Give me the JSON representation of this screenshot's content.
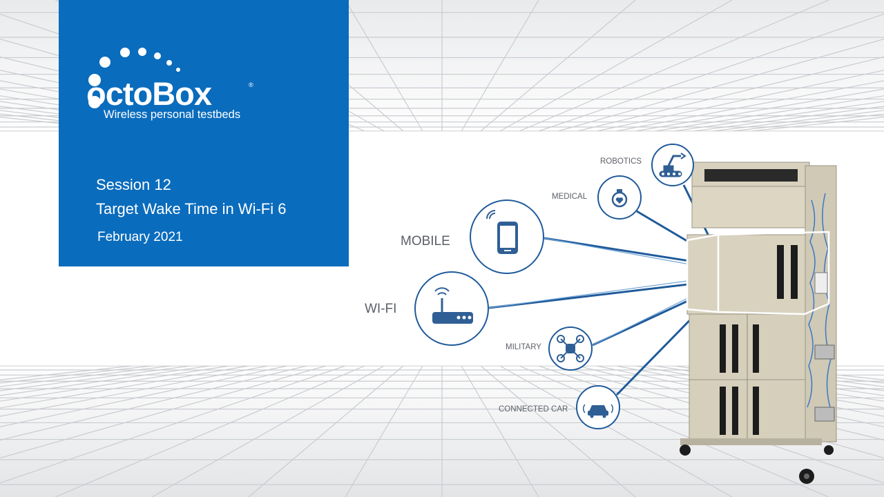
{
  "brand": {
    "name": "octoBox",
    "registered": "®",
    "tagline": "Wireless personal testbeds"
  },
  "session": {
    "number": "Session 12",
    "title": "Target Wake Time in Wi-Fi 6",
    "date": "February 2021"
  },
  "categories": {
    "robotics": "ROBOTICS",
    "medical": "MEDICAL",
    "mobile": "MOBILE",
    "wifi": "WI-FI",
    "military": "MILITARY",
    "connected_car": "CONNECTED CAR"
  },
  "colors": {
    "brand_blue": "#0a6cbd",
    "line_blue": "#1f5a9a",
    "label_gray": "#5b5f66",
    "chamber_beige": "#d9d3c0"
  },
  "icons": [
    "robot-arm-icon",
    "heart-monitor-icon",
    "smartphone-icon",
    "router-icon",
    "drone-icon",
    "car-icon"
  ]
}
